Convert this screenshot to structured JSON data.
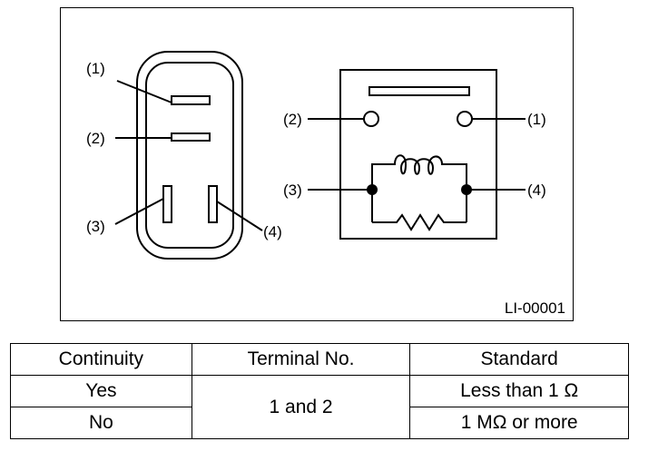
{
  "figure": {
    "figure_id": "LI-00001",
    "connector_labels": [
      "(1)",
      "(2)",
      "(3)",
      "(4)"
    ],
    "schematic_labels": [
      "(2)",
      "(1)",
      "(3)",
      "(4)"
    ]
  },
  "table": {
    "headers": [
      "Continuity",
      "Terminal No.",
      "Standard"
    ],
    "rows": [
      {
        "continuity": "Yes",
        "standard": "Less than 1 Ω"
      },
      {
        "continuity": "No",
        "standard": "1 MΩ or more"
      }
    ],
    "terminal": "1 and 2"
  }
}
